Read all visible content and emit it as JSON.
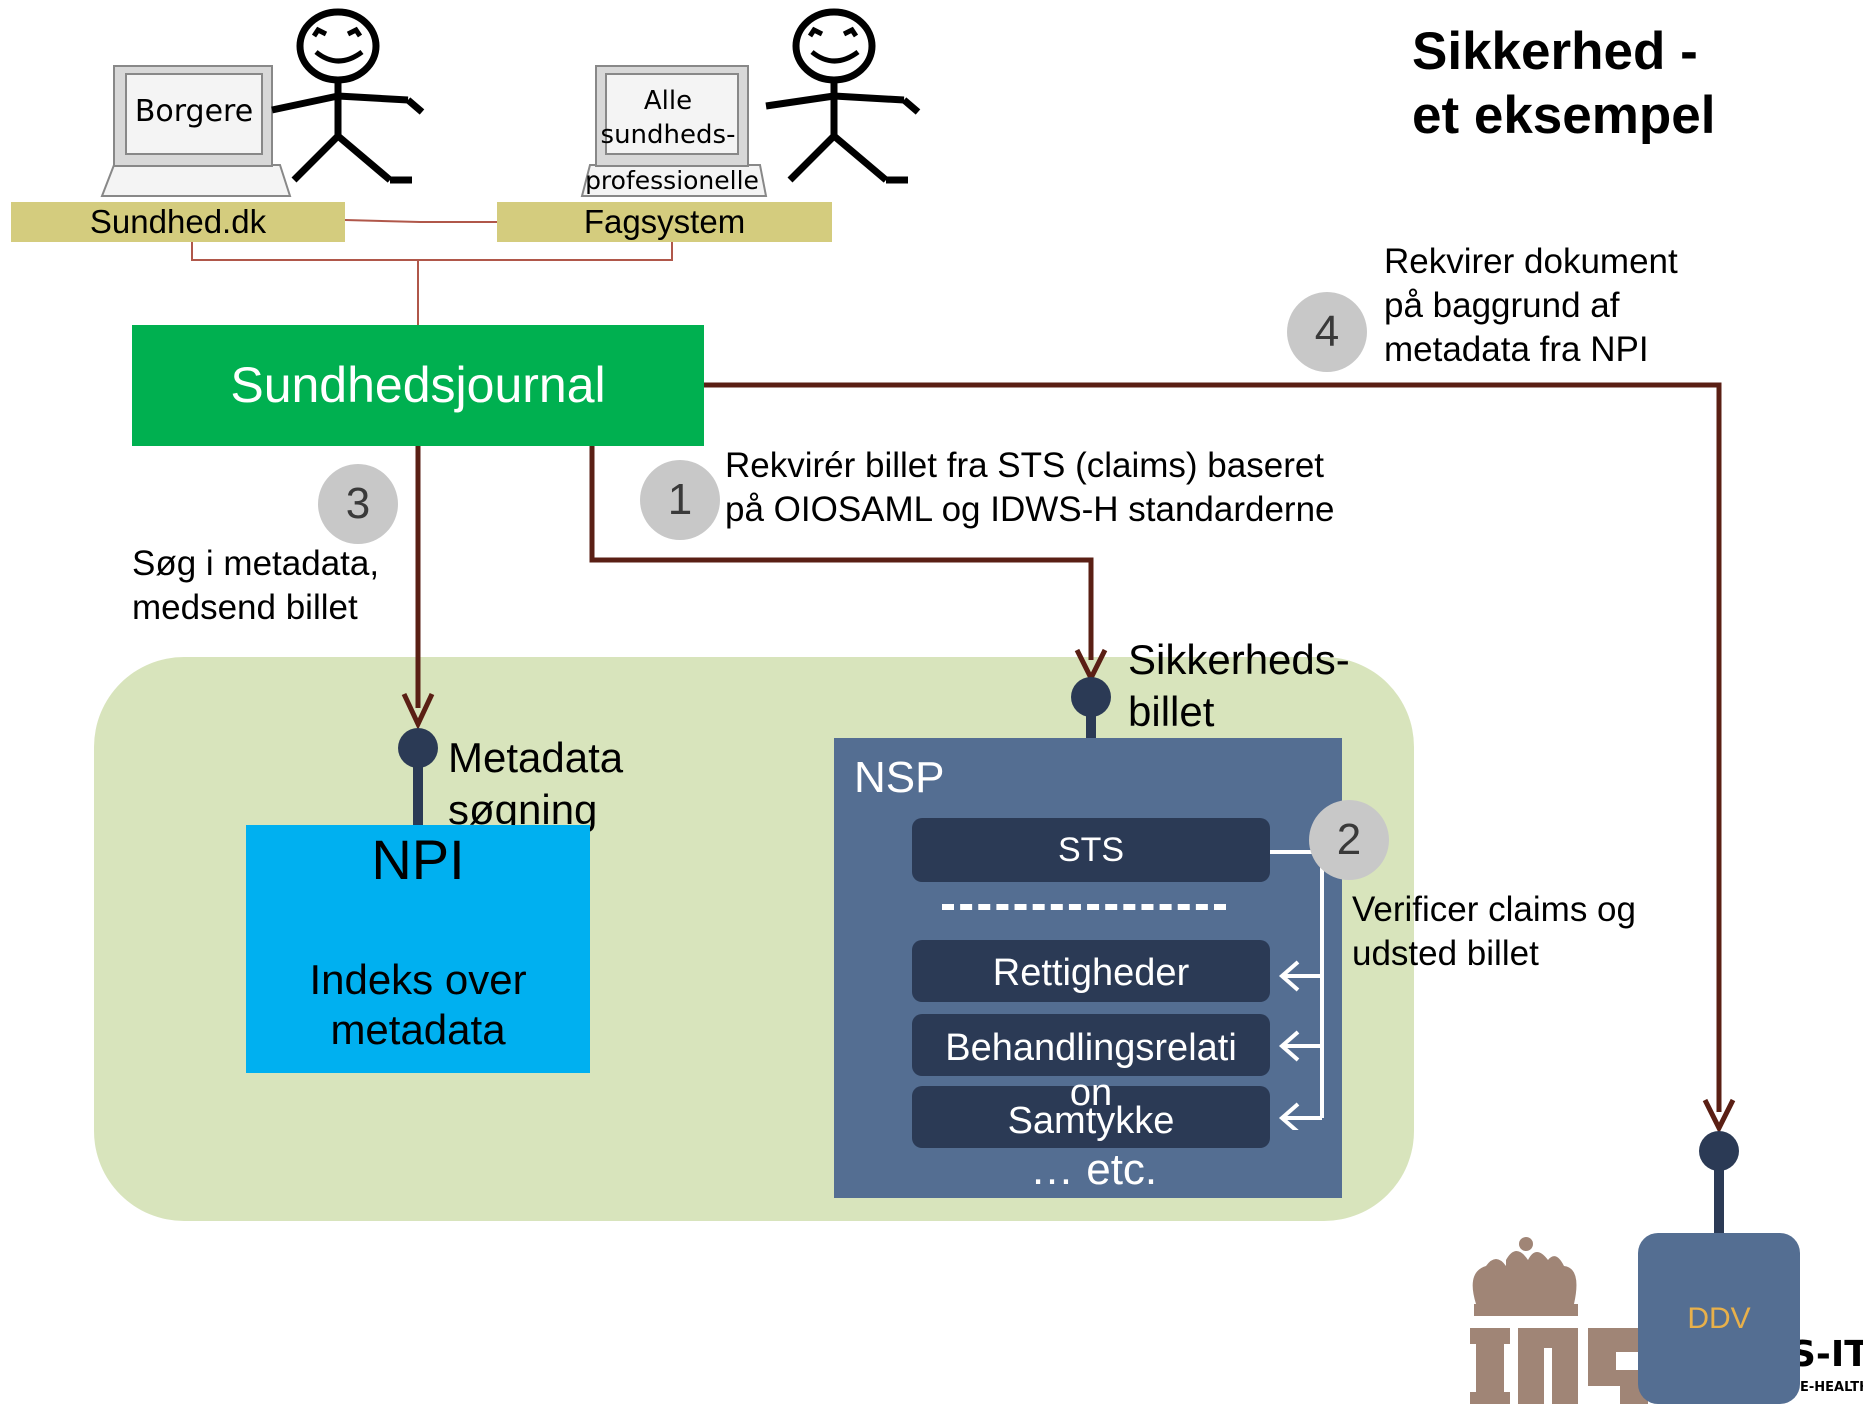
{
  "title": {
    "line1": "Sikkerhed -",
    "line2": "et eksempel"
  },
  "actors": {
    "citizen_monitor": "Borgere",
    "pro_monitor_line1": "Alle",
    "pro_monitor_line2": "sundheds-",
    "pro_monitor_line3": "professionelle"
  },
  "systems": {
    "sundhed_dk": "Sundhed.dk",
    "fagsystem": "Fagsystem",
    "sundhedsjournal": "Sundhedsjournal"
  },
  "steps": [
    {
      "number": "1",
      "line1": "Rekvirér billet fra STS (claims) baseret",
      "line2": "på OIOSAML og IDWS-H standarderne"
    },
    {
      "number": "2",
      "line1": "Verificer claims og",
      "line2": "udsted billet"
    },
    {
      "number": "3",
      "line1": "Søg i metadata,",
      "line2": "medsend billet"
    },
    {
      "number": "4",
      "line1": "Rekvirer dokument",
      "line2": "på baggrund af",
      "line3": "metadata fra NPI"
    }
  ],
  "interfaces": {
    "metadata_line1": "Metadata",
    "metadata_line2": "søgning",
    "ticket_line1": "Sikkerheds-",
    "ticket_line2": "billet"
  },
  "npi": {
    "title": "NPI",
    "desc_line1": "Indeks over",
    "desc_line2": "metadata"
  },
  "nsp": {
    "title": "NSP",
    "sts": "STS",
    "items": [
      "Rettigheder",
      "Behandlingsrelati",
      "Samtykke"
    ],
    "item2_wrap": "on",
    "more": "… etc."
  },
  "ddv": "DDV",
  "logo": {
    "text": "S-IT",
    "subtext": "E-HEALTH"
  },
  "colors": {
    "connector": "#5a1f14",
    "sundhedsjournal": "#00b050",
    "npi": "#00b0f0",
    "nsp": "#546e92",
    "zone": "#d8e4bc",
    "step_circle": "#c8c8c8",
    "logo": "#a08576"
  }
}
